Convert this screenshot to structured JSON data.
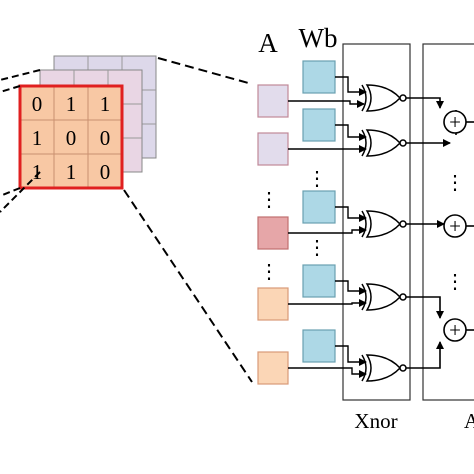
{
  "labels": {
    "a_column": "A",
    "wb_column": "Wb",
    "xnor_block": "Xnor",
    "accum_block": "A"
  },
  "matrix": {
    "values": [
      [
        "0",
        "1",
        "1"
      ],
      [
        "1",
        "0",
        "0"
      ],
      [
        "1",
        "1",
        "0"
      ]
    ]
  },
  "glyphs": {
    "vdots": "⋮",
    "plus": "+"
  },
  "colors": {
    "matrix_front_fill": "#f8c8a4",
    "matrix_front_border": "#e02020",
    "matrix_back_fill": "#e9d6e4",
    "matrix_back2_fill": "#ddd8ea",
    "a_lavender": "#e2dcec",
    "a_red": "#e6a6a8",
    "a_peach": "#fbd6b6",
    "wb_blue": "#add8e6",
    "a_border": "#c08898",
    "wb_border": "#6aa0b0"
  }
}
